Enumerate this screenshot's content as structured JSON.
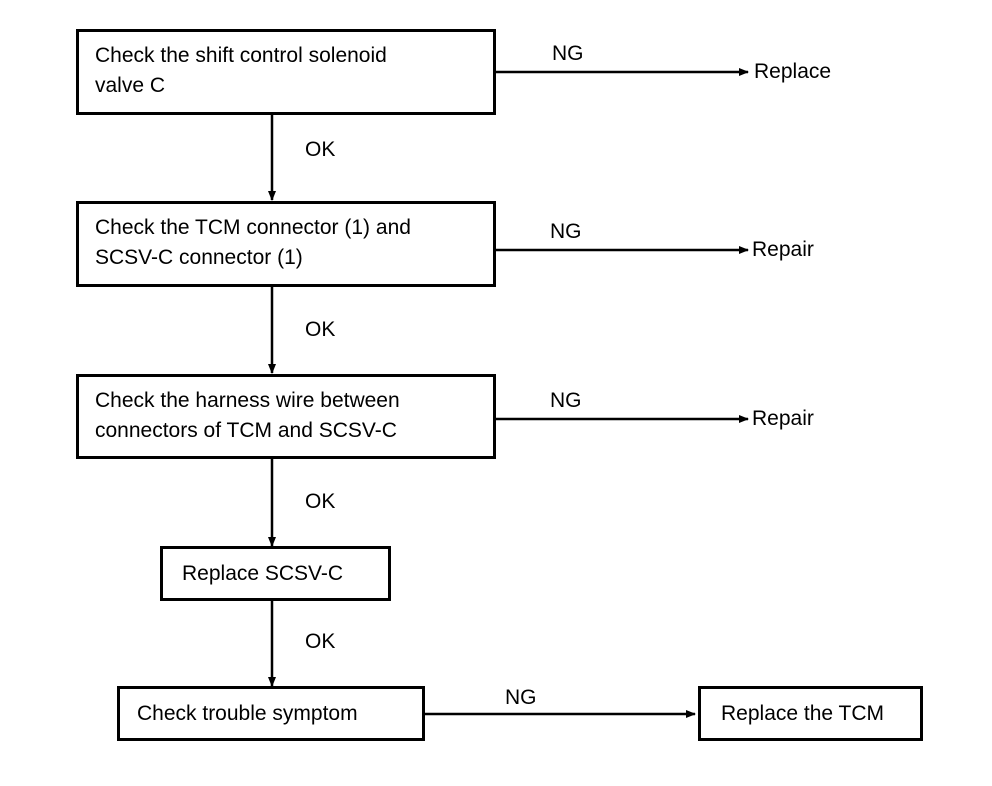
{
  "steps": {
    "step1": "Check the shift control solenoid\nvalve C",
    "step2": "Check the TCM connector (1) and\nSCSV-C connector (1)",
    "step3": "Check the harness wire between\nconnectors of TCM and SCSV-C",
    "step4": "Replace SCSV-C",
    "step5": "Check trouble symptom",
    "step6": "Replace the TCM"
  },
  "outcomes": {
    "ng1": "NG",
    "ng2": "NG",
    "ng3": "NG",
    "ng5": "NG",
    "ok1": "OK",
    "ok2": "OK",
    "ok3": "OK",
    "ok4": "OK",
    "result1": "Replace",
    "result2": "Repair",
    "result3": "Repair"
  }
}
